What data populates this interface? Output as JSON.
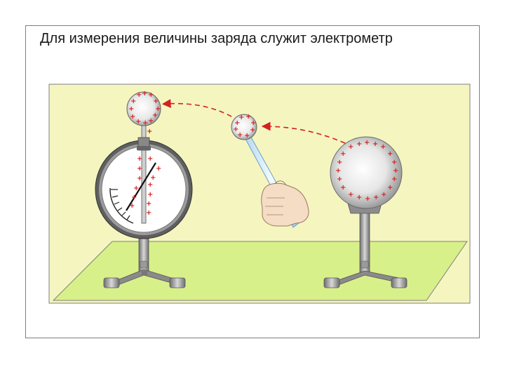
{
  "slide": {
    "title": "Для измерения величины заряда служит электрометр"
  },
  "colors": {
    "background_panel": "#f5f5c0",
    "table_surface": "#d8f08a",
    "charge_sign": "#d42020",
    "arrow": "#d42020",
    "metal": "#9a9a9a"
  },
  "charge_sign": "+",
  "objects": {
    "electrometer": "electrometer",
    "charged_sphere": "charged-sphere",
    "test_ball_with_handle": "test-ball-rod",
    "hand": "hand"
  }
}
